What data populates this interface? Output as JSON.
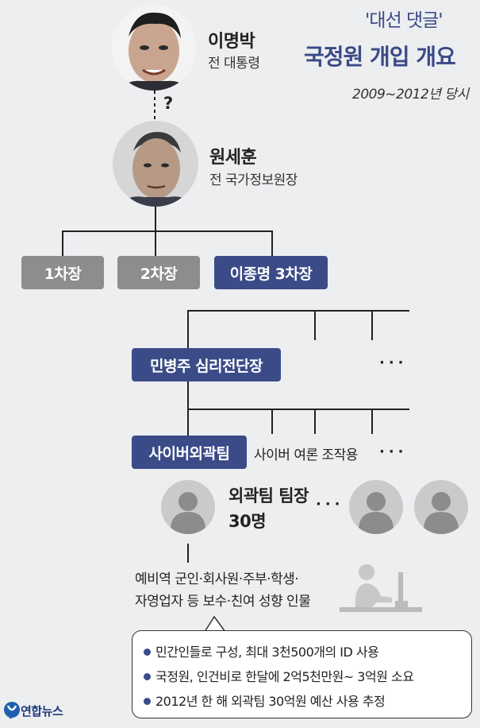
{
  "header": {
    "subtitle": "'대선 댓글'",
    "title": "국정원 개입 개요",
    "period": "2009~2012년 당시"
  },
  "people": {
    "top": {
      "name": "이명박",
      "role": "전 대통령"
    },
    "link_mark": "?",
    "nis_head": {
      "name": "원세훈",
      "role": "전 국가정보원장"
    }
  },
  "deputies": [
    "1차장",
    "2차장",
    "이종명 3차장"
  ],
  "psych_unit": {
    "label": "민병주 심리전단장",
    "more": "···"
  },
  "cyber_team": {
    "label": "사이버외곽팀",
    "desc": "사이버 여론 조작용",
    "more": "···"
  },
  "leaders": {
    "label_line1": "외곽팀 팀장",
    "label_line2": "30명",
    "more": "···"
  },
  "members_note": {
    "line1": "예비역 군인·회사원·주부·학생·",
    "line2": "자영업자 등 보수·친여 성향 인물"
  },
  "callout": [
    "민간인들로 구성, 최대 3천500개의 ID 사용",
    "국정원, 인건비로 한달에 2억5천만원~ 3억원 소요",
    "2012년 한 해 외곽팀 30억원 예산 사용 추정"
  ],
  "logo": {
    "text": "연합뉴스"
  },
  "colors": {
    "navy": "#3a4b88",
    "gray": "#8c8d8f",
    "title": "#3a4a87"
  },
  "icons": [
    "person-photo",
    "person-silhouette-icon",
    "computer-user-icon",
    "yonhap-logo-icon"
  ]
}
